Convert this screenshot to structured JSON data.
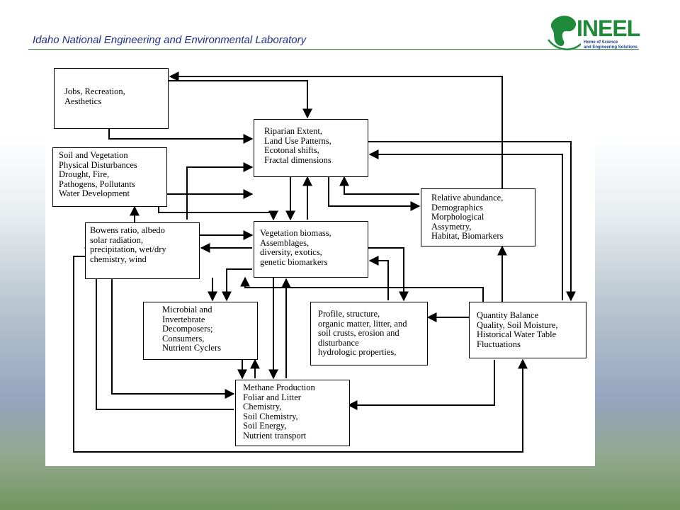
{
  "header": {
    "title": "Idaho National Engineering and Environmental Laboratory"
  },
  "logo": {
    "wordmark": "INEEL",
    "tagline_line1": "Home of Science",
    "tagline_line2": "and Engineering Solutions",
    "colors": {
      "green": "#1f8a3a",
      "blue": "#1f3f8a"
    }
  },
  "diagram": {
    "nodes": [
      {
        "id": "jobs",
        "lines": [
          "Jobs, Recreation,",
          "Aesthetics"
        ]
      },
      {
        "id": "riparian",
        "lines": [
          "Riparian Extent,",
          "Land Use Patterns,",
          "Ecotonal shifts,",
          "Fractal dimensions"
        ]
      },
      {
        "id": "soilveg",
        "lines": [
          "Soil and Vegetation",
          "Physical Disturbances",
          "Drought, Fire,",
          "Pathogens, Pollutants",
          "Water Development"
        ]
      },
      {
        "id": "relative",
        "lines": [
          "Relative abundance,",
          "Demographics",
          "Morphological",
          "Assymetry,",
          "Habitat, Biomarkers"
        ]
      },
      {
        "id": "bowens",
        "lines": [
          "Bowens ratio, albedo",
          "solar radiation,",
          "precipitation, wet/dry",
          "chemistry, wind"
        ]
      },
      {
        "id": "vegbio",
        "lines": [
          "Vegetation biomass,",
          "Assemblages,",
          "diversity, exotics,",
          "genetic biomarkers"
        ]
      },
      {
        "id": "microbial",
        "lines": [
          "Microbial and",
          "Invertebrate",
          "Decomposers;",
          "Consumers,",
          "Nutrient Cyclers"
        ]
      },
      {
        "id": "profile",
        "lines": [
          "Profile, structure,",
          "organic matter, litter, and",
          "soil crusts, erosion and",
          "disturbance",
          "hydrologic properties,"
        ]
      },
      {
        "id": "quantity",
        "lines": [
          "Quantity Balance",
          "Quality, Soil Moisture,",
          "Historical Water Table",
          "Fluctuations"
        ]
      },
      {
        "id": "methane",
        "lines": [
          "Methane Production",
          "Foliar and Litter",
          "Chemistry,",
          "Soil Chemistry,",
          "Soil Energy,",
          "Nutrient transport"
        ]
      }
    ]
  }
}
